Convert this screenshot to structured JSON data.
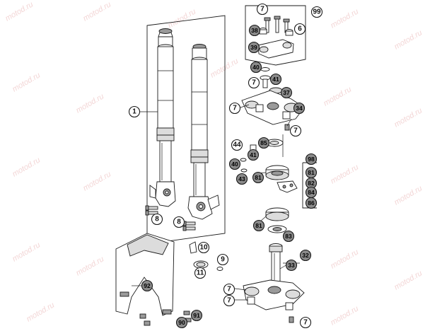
{
  "diagram": {
    "watermark": "motod.ru",
    "callouts": {
      "fork_leg": "1",
      "axle_clamp_bolt_left": "8",
      "axle_clamp_bolt_right": "8",
      "kit_frame": "99",
      "kit_screw": "7",
      "kit_bushing": "38",
      "kit_bolts": "6",
      "kit_clamp": "39",
      "cap_washer": "40",
      "cap_bolt": "7",
      "bar_mount_nut": "41",
      "bar_mount_ring": "37",
      "clamp_bolt_left": "7",
      "upper_clamp": "34",
      "upper_clamp_bolt": "7",
      "dust_seal": "85",
      "ring_44": "44",
      "washer_41": "41",
      "nut_40": "40",
      "washer_43": "43",
      "bearing_81": "81",
      "kit_box": "98",
      "kit_box_item_81": "81",
      "kit_box_item_82": "82",
      "kit_box_item_84": "84",
      "kit_box_item_86": "86",
      "lower_bearing": "81",
      "lower_race": "83",
      "cable_guide": "10",
      "screw_9": "9",
      "clip_11": "11",
      "stem_tube": "32",
      "steering_stem": "33",
      "fender": "92",
      "stem_bolt_upper": "7",
      "stem_bolt_lower": "7",
      "fender_screw": "91",
      "fender_washer": "90",
      "stem_nut": "7"
    }
  }
}
